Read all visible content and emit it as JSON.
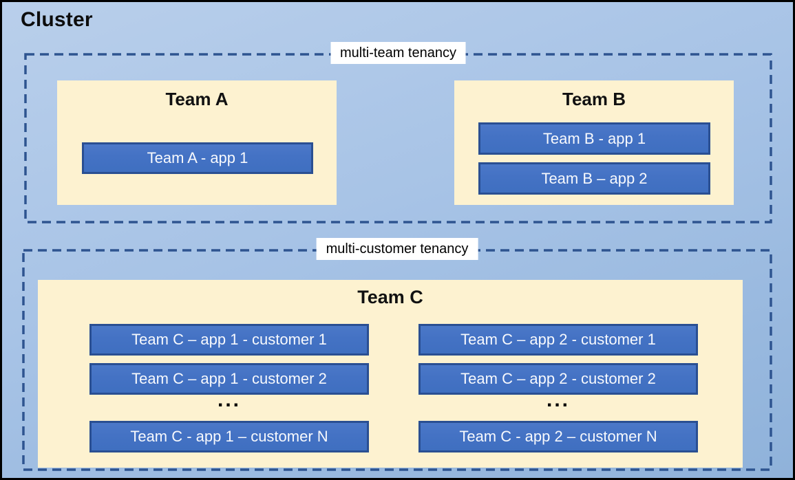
{
  "cluster": {
    "title": "Cluster"
  },
  "sections": {
    "multi_team": {
      "label": "multi-team tenancy",
      "team_a": {
        "name": "Team A",
        "apps": [
          "Team A - app 1"
        ]
      },
      "team_b": {
        "name": "Team B",
        "apps": [
          "Team B - app 1",
          "Team B – app 2"
        ]
      }
    },
    "multi_customer": {
      "label": "multi-customer tenancy",
      "team_c": {
        "name": "Team C",
        "ellipsis": "...",
        "col_app1": {
          "apps": [
            "Team C – app 1 - customer 1",
            "Team C – app 1 - customer 2",
            "Team C - app 1 – customer N"
          ]
        },
        "col_app2": {
          "apps": [
            "Team C – app 2 - customer 1",
            "Team C – app 2 - customer 2",
            "Team C - app 2 – customer N"
          ]
        }
      }
    }
  },
  "colors": {
    "canvas_background_top": "#b9cfeb",
    "canvas_background_bottom": "#8fb2da",
    "outer_border": "#000000",
    "dashed_border": "#2e5490",
    "team_panel_fill": "#fdf2d0",
    "app_box_fill": "#4472c4",
    "app_box_border": "#2a4f92",
    "app_box_text": "#f7f9fd",
    "label_background": "#ffffff",
    "title_text": "#0d0d0d"
  }
}
